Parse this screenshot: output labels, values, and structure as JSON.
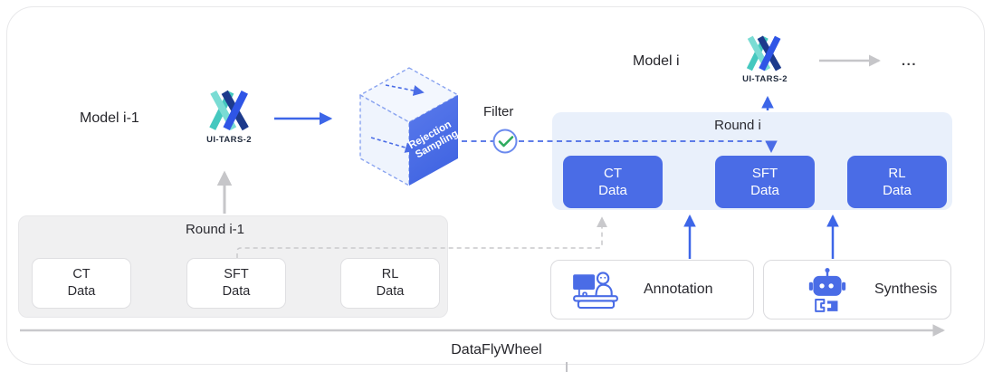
{
  "flow": {
    "model_prev_label": "Model i-1",
    "model_next_label": "Model i",
    "logo_caption": "UI-TARS-2",
    "cube_line1": "Rejection",
    "cube_line2": "Sampling",
    "filter_label": "Filter",
    "ellipsis": "..."
  },
  "round_i": {
    "title": "Round i",
    "boxes": [
      {
        "l1": "CT",
        "l2": "Data"
      },
      {
        "l1": "SFT",
        "l2": "Data"
      },
      {
        "l1": "RL",
        "l2": "Data"
      }
    ]
  },
  "round_prev": {
    "title": "Round i-1",
    "boxes": [
      {
        "l1": "CT",
        "l2": "Data"
      },
      {
        "l1": "SFT",
        "l2": "Data"
      },
      {
        "l1": "RL",
        "l2": "Data"
      }
    ]
  },
  "sources": {
    "annotation_label": "Annotation",
    "synthesis_label": "Synthesis"
  },
  "footer": {
    "label": "DataFlyWheel"
  },
  "colors": {
    "primary_blue": "#4A6CE6",
    "arrow_blue": "#3D66E8",
    "panel_blue_bg": "#E9F0FB",
    "panel_gray_bg": "#F0F0F1",
    "arrow_gray": "#C6C6C9",
    "check_green": "#2FAB5E",
    "logo_teal": "#45C8BF",
    "logo_teal_light": "#7ADCD4",
    "logo_navy": "#1D3A8C",
    "logo_bright_blue": "#2F55E6"
  }
}
